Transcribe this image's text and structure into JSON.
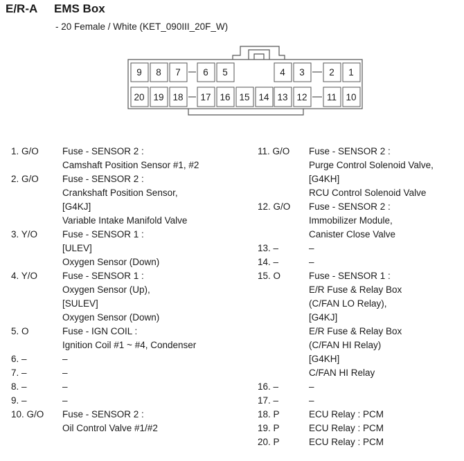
{
  "header": {
    "code": "E/R-A",
    "title": "EMS Box",
    "subtitle": "- 20 Female / White (KET_090III_20F_W)"
  },
  "connector": {
    "top_row": [
      "9",
      "8",
      "7",
      "6",
      "5",
      "",
      "4",
      "3",
      "2",
      "1"
    ],
    "bottom_row": [
      "20",
      "19",
      "18",
      "17",
      "16",
      "15",
      "14",
      "13",
      "12",
      "11",
      "10"
    ]
  },
  "pins_left": [
    {
      "pin": "1. G/O",
      "lines": [
        "Fuse - SENSOR 2 :",
        "Camshaft Position Sensor #1, #2"
      ]
    },
    {
      "pin": "2. G/O",
      "lines": [
        "Fuse - SENSOR 2 :",
        "Crankshaft Position Sensor,",
        "[G4KJ]",
        "Variable Intake Manifold Valve"
      ]
    },
    {
      "pin": "3. Y/O",
      "lines": [
        "Fuse - SENSOR 1 :",
        "[ULEV]",
        "Oxygen Sensor (Down)"
      ]
    },
    {
      "pin": "4. Y/O",
      "lines": [
        "Fuse - SENSOR 1 :",
        "Oxygen Sensor (Up),",
        "[SULEV]",
        "Oxygen Sensor (Down)"
      ]
    },
    {
      "pin": "5. O",
      "lines": [
        "Fuse - IGN COIL :",
        "Ignition Coil #1 ~ #4, Condenser"
      ]
    },
    {
      "pin": "6. –",
      "lines": [
        "–"
      ]
    },
    {
      "pin": "7. –",
      "lines": [
        "–"
      ]
    },
    {
      "pin": "8. –",
      "lines": [
        "–"
      ]
    },
    {
      "pin": "9. –",
      "lines": [
        "–"
      ]
    },
    {
      "pin": "10. G/O",
      "lines": [
        "Fuse - SENSOR 2 :",
        "Oil Control Valve #1/#2"
      ]
    }
  ],
  "pins_right": [
    {
      "pin": "11. G/O",
      "lines": [
        "Fuse - SENSOR 2 :",
        "Purge Control Solenoid Valve,",
        "[G4KH]",
        "RCU Control Solenoid Valve"
      ]
    },
    {
      "pin": "12. G/O",
      "lines": [
        "Fuse - SENSOR 2 :",
        "Immobilizer Module,",
        "Canister Close Valve"
      ]
    },
    {
      "pin": "13. –",
      "lines": [
        "–"
      ]
    },
    {
      "pin": "14. –",
      "lines": [
        "–"
      ]
    },
    {
      "pin": "15. O",
      "lines": [
        "Fuse - SENSOR 1 :",
        "E/R Fuse & Relay Box",
        "(C/FAN LO Relay),",
        "[G4KJ]",
        "E/R Fuse & Relay Box",
        "(C/FAN HI Relay)",
        "[G4KH]",
        "C/FAN HI Relay"
      ]
    },
    {
      "pin": "16. –",
      "lines": [
        "–"
      ]
    },
    {
      "pin": "17. –",
      "lines": [
        "–"
      ]
    },
    {
      "pin": "18. P",
      "lines": [
        "ECU Relay : PCM"
      ]
    },
    {
      "pin": "19. P",
      "lines": [
        "ECU Relay : PCM"
      ]
    },
    {
      "pin": "20. P",
      "lines": [
        "ECU Relay : PCM"
      ]
    }
  ]
}
